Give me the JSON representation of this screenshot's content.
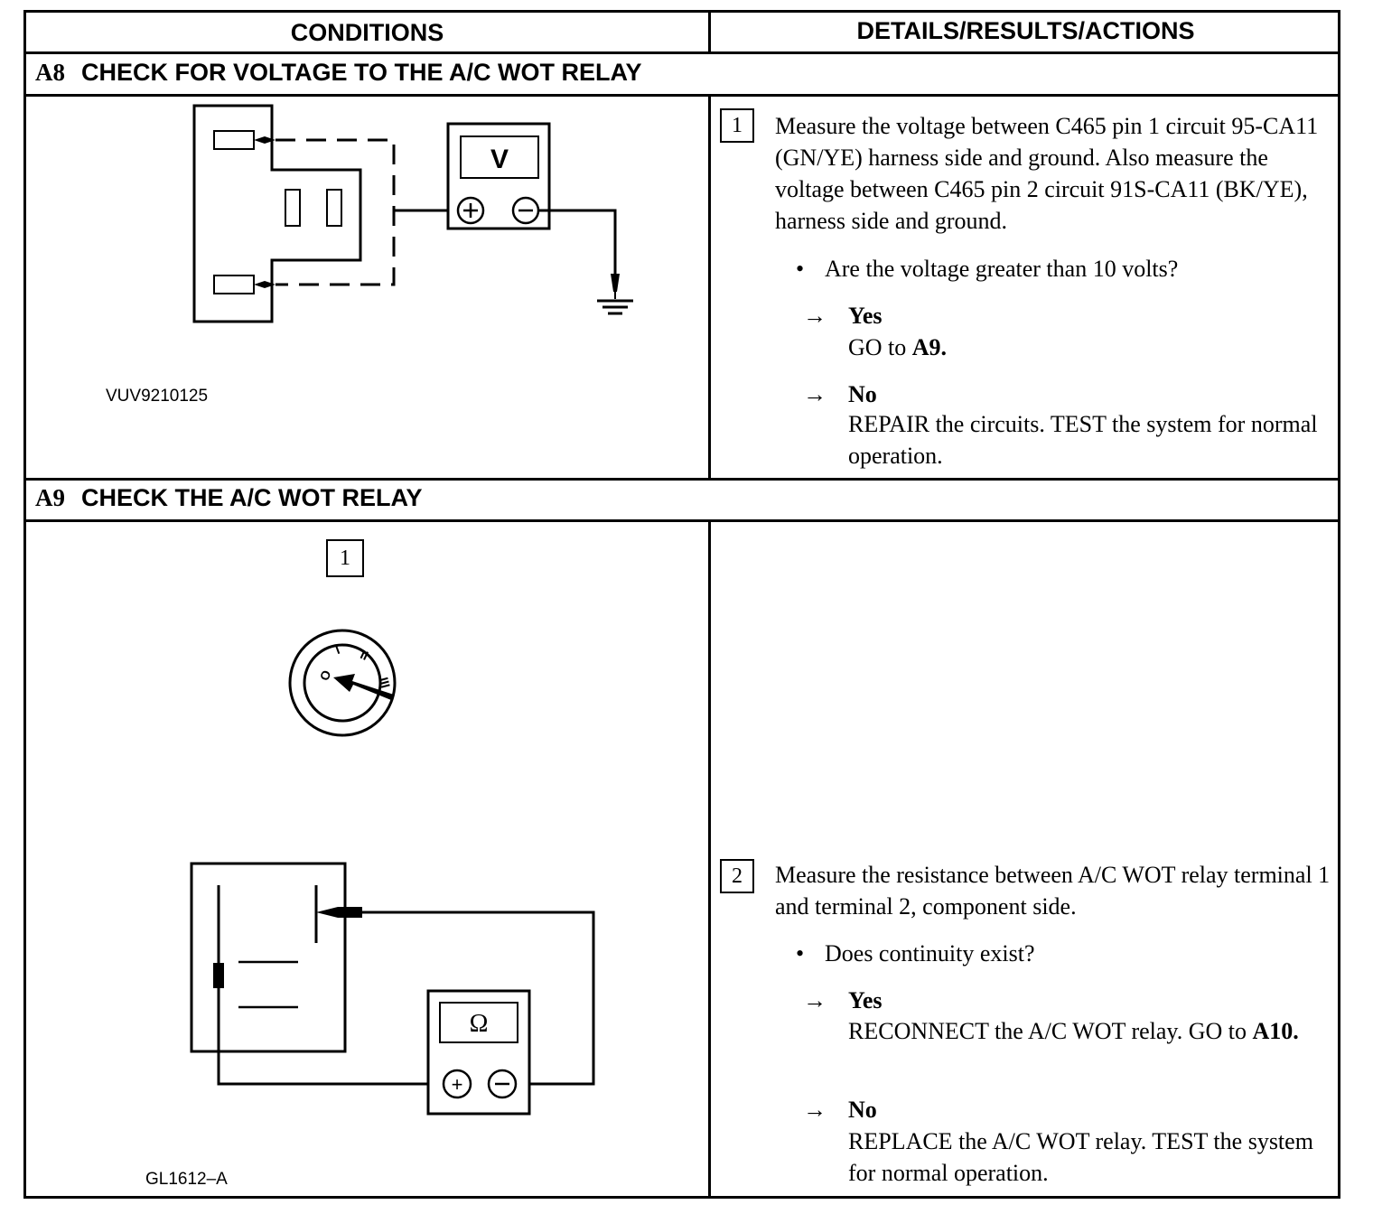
{
  "table_header": {
    "conditions": "CONDITIONS",
    "details": "DETAILS/RESULTS/ACTIONS"
  },
  "steps": [
    {
      "num": "A8",
      "title": "CHECK FOR VOLTAGE TO THE A/C WOT RELAY",
      "figure_id": "VUV9210125",
      "meter_label": "V",
      "actions": [
        {
          "num": "1",
          "instruction": "Measure the voltage between C465 pin 1 circuit 95-CA11 (GN/YE) harness side and ground. Also measure the voltage between C465 pin 2 circuit 91S-CA11 (BK/YE), harness side and ground.",
          "question": "Are the voltage greater than 10 volts?",
          "yes_label": "Yes",
          "yes_text": "GO to ",
          "yes_ref": "A9.",
          "no_label": "No",
          "no_text": "REPAIR the circuits. TEST the system for normal operation."
        }
      ]
    },
    {
      "num": "A9",
      "title": "CHECK THE A/C WOT RELAY",
      "figure_id": "GL1612–A",
      "figure_step_label": "1",
      "meter_label": "Ω",
      "switch_positions": [
        "O",
        "I",
        "II",
        "III"
      ],
      "actions": [
        {
          "num": "2",
          "instruction": "Measure the resistance between A/C WOT relay terminal 1 and terminal 2, component side.",
          "question": "Does continuity exist?",
          "yes_label": "Yes",
          "yes_text": "RECONNECT the A/C WOT relay. GO to ",
          "yes_ref": "A10.",
          "no_label": "No",
          "no_text": "REPLACE the A/C WOT relay. TEST the system for normal operation."
        }
      ]
    }
  ],
  "symbols": {
    "arrow": "→",
    "bullet": "•",
    "plus": "+",
    "minus": "−"
  }
}
